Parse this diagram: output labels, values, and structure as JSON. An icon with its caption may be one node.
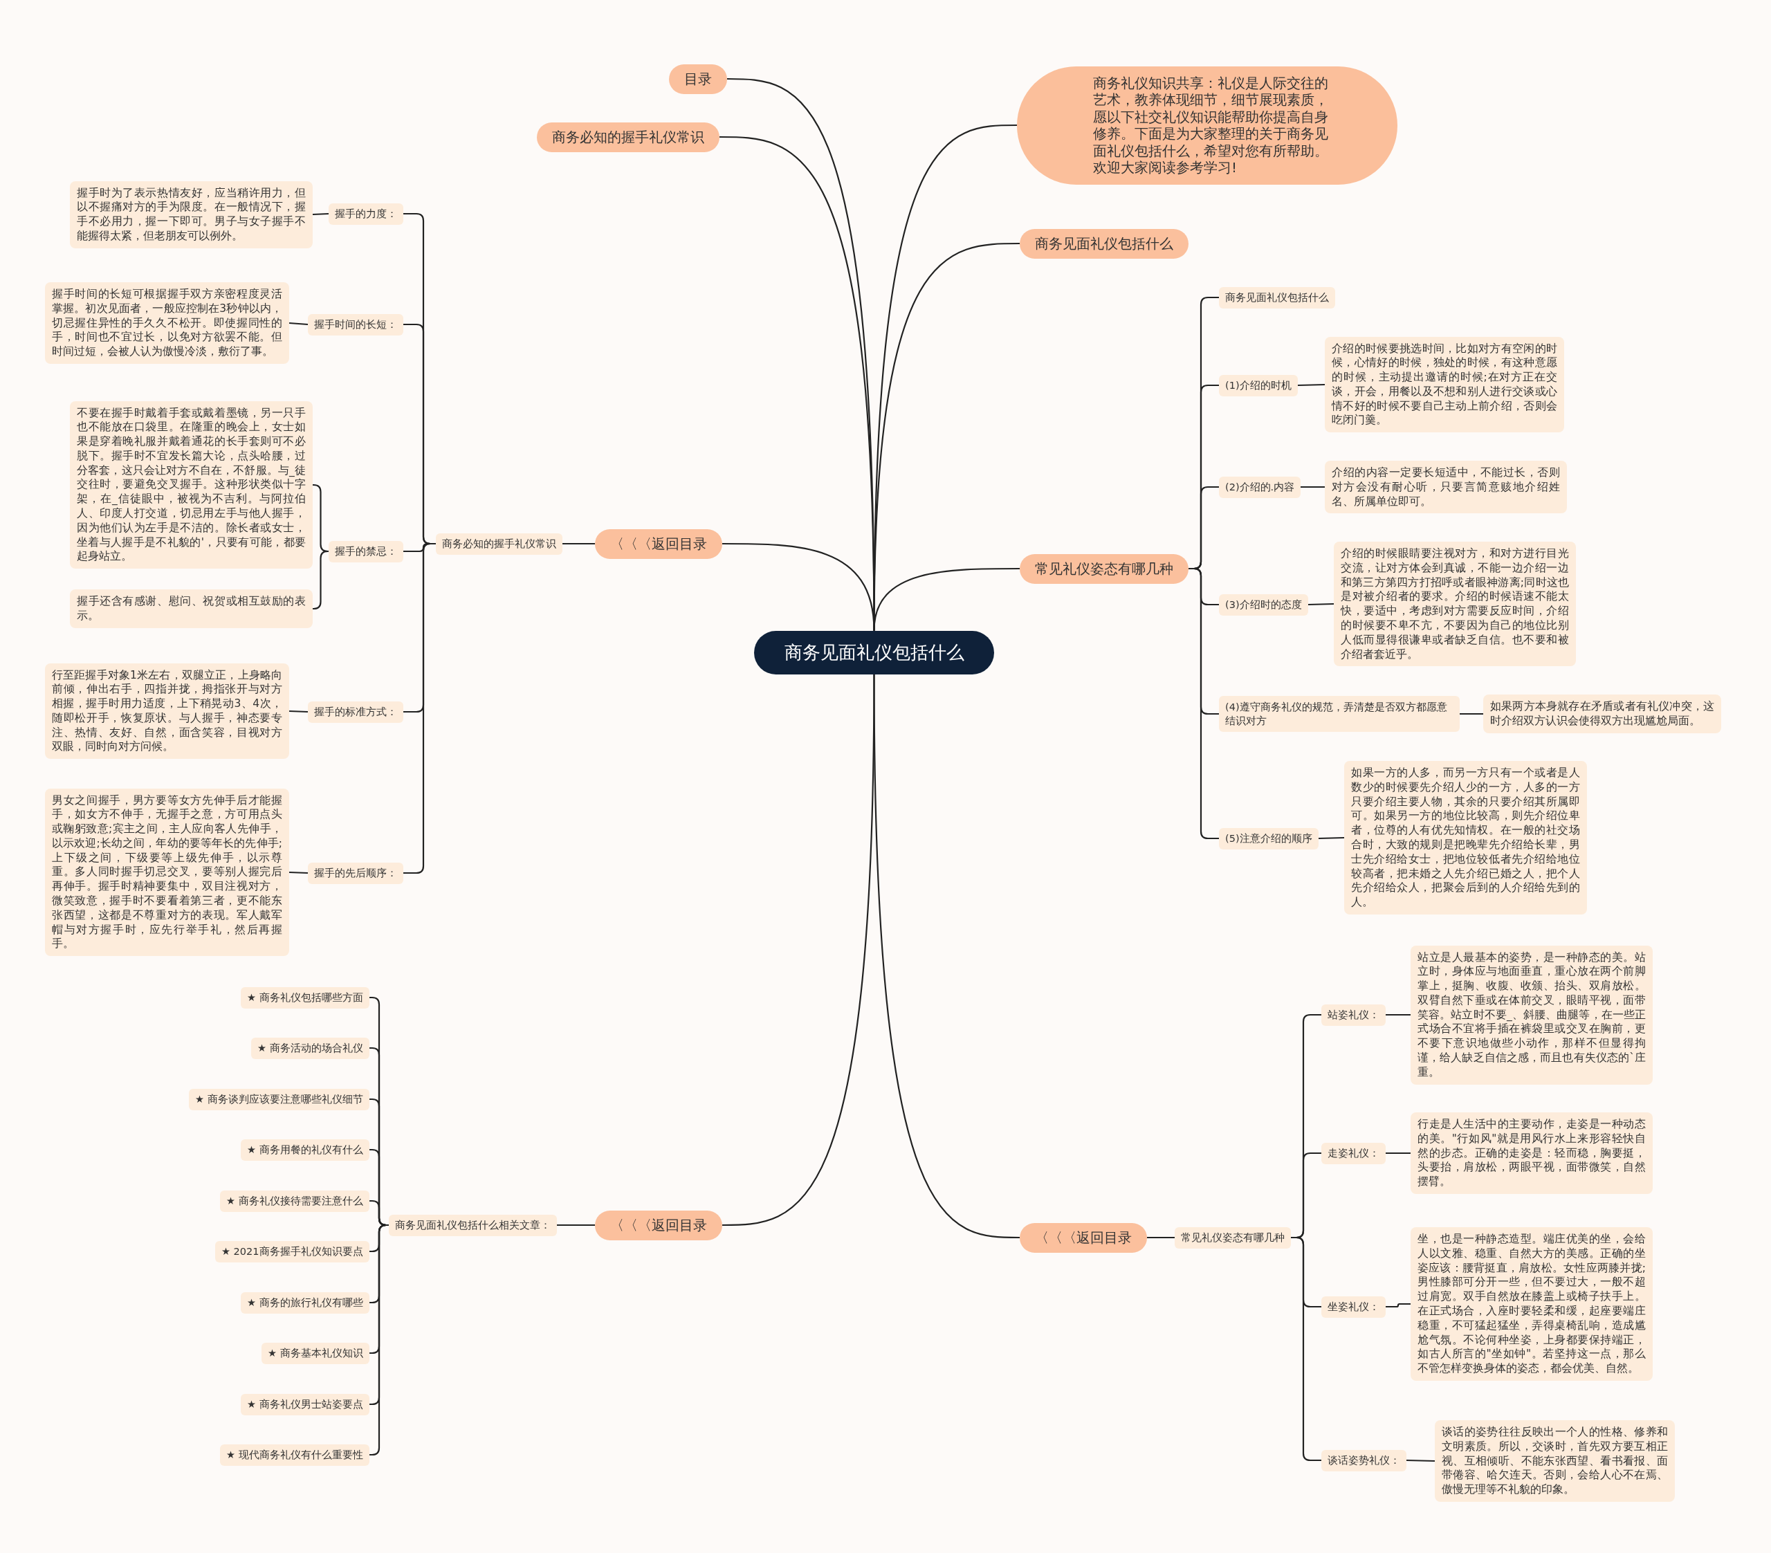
{
  "diagram": {
    "nodes": [
      {
        "text": [
          "商务见面礼仪包括什么"
        ]
      },
      {
        "text": [
          "目录"
        ]
      },
      {
        "text": [
          "商务必知的握手礼仪常识"
        ]
      },
      {
        "text": [
          "商务礼仪知识共享：礼仪是人际交往的艺术，教养体现细节，细节展现素质，愿以下社交礼仪知识能帮助你提高自身修养。下面是为大家整理的关于商务见面礼仪包括什么，希望对您有所帮助。欢迎大家阅读参考学习!"
        ]
      },
      {
        "text": [
          "商务见面礼仪包括什么"
        ]
      },
      {
        "text": [
          "常见礼仪姿态有哪几种"
        ]
      },
      {
        "text": [
          "〈〈〈返回目录"
        ]
      },
      {
        "text": [
          "〈〈〈返回目录"
        ]
      },
      {
        "text": [
          "〈〈〈返回目录"
        ]
      },
      {
        "text": [
          "商务必知的握手礼仪常识"
        ]
      },
      {
        "text": [
          "握手的力度："
        ]
      },
      {
        "text": [
          "握手时为了表示热情友好，应当稍许用力，但以不握痛对方的手为限度。在一般情况下，握手不必用力，握一下即可。男子与女子握手不能握得太紧，但老朋友可以例外。"
        ]
      },
      {
        "text": [
          "握手时间的长短："
        ]
      },
      {
        "text": [
          "握手时间的长短可根据握手双方亲密程度灵活掌握。初次见面者，一般应控制在3秒钟以内，切忌握住异性的手久久不松开。即使握同性的手，时间也不宜过长，以免对方欲罢不能。但时间过短，会被人认为傲慢冷淡，敷衍了事。"
        ]
      },
      {
        "text": [
          "握手的禁忌："
        ]
      },
      {
        "text": [
          "不要在握手时戴着手套或戴着墨镜，另一只手也不能放在口袋里。在隆重的晚会上，女士如果是穿着晚礼服并戴着通花的长手套则可不必脱下。握手时不宜发长篇大论，点头哈腰，过分客套，这只会让对方不自在，不舒服。与_徒交往时，要避免交叉握手。这种形状类似十字架，在_信徒眼中，被视为不吉利。与阿拉伯人、印度人打交道，切忌用左手与他人握手，因为他们认为左手是不洁的。除长者或女士，坐着与人握手是不礼貌的'，只要有可能，都要起身站立。"
        ]
      },
      {
        "text": [
          "握手还含有感谢、慰问、祝贺或相互鼓励的表示。"
        ]
      },
      {
        "text": [
          "握手的标准方式："
        ]
      },
      {
        "text": [
          "行至距握手对象1米左右，双腿立正，上身略向前倾，伸出右手，四指并拢，拇指张开与对方相握，握手时用力适度，上下稍晃动3、4次，随即松开手，恢复原状。与人握手，神态要专注、热情、友好、自然，面含笑容，目视对方双眼，同时向对方问候。"
        ]
      },
      {
        "text": [
          "握手的先后顺序："
        ]
      },
      {
        "text": [
          "男女之间握手，男方要等女方先伸手后才能握手，如女方不伸手，无握手之意，方可用点头或鞠躬致意;宾主之间，主人应向客人先伸手，以示欢迎;长幼之间，年幼的要等年长的先伸手;上下级之间，下级要等上级先伸手，以示尊重。多人同时握手切忌交叉，要等别人握完后再伸手。握手时精神要集中，双目注视对方，微笑致意，握手时不要看着第三者，更不能东张西望，这都是不尊重对方的表现。军人戴军帽与对方握手时，应先行举手礼，然后再握手。"
        ]
      },
      {
        "text": [
          "商务见面礼仪包括什么相关文章："
        ]
      },
      {
        "text": [
          "★ 商务礼仪包括哪些方面"
        ]
      },
      {
        "text": [
          "★ 商务活动的场合礼仪"
        ]
      },
      {
        "text": [
          "★ 商务谈判应该要注意哪些礼仪细节"
        ]
      },
      {
        "text": [
          "★ 商务用餐的礼仪有什么"
        ]
      },
      {
        "text": [
          "★ 商务礼仪接待需要注意什么"
        ]
      },
      {
        "text": [
          "★ 2021商务握手礼仪知识要点"
        ]
      },
      {
        "text": [
          "★ 商务的旅行礼仪有哪些"
        ]
      },
      {
        "text": [
          "★ 商务基本礼仪知识"
        ]
      },
      {
        "text": [
          "★ 商务礼仪男士站姿要点"
        ]
      },
      {
        "text": [
          "★ 现代商务礼仪有什么重要性"
        ]
      },
      {
        "text": [
          "商务见面礼仪包括什么"
        ]
      },
      {
        "text": [
          "(1)介绍的时机"
        ]
      },
      {
        "text": [
          "介绍的时候要挑选时间，比如对方有空闲的时候，心情好的时候，独处的时候，有这种意愿的时候，主动提出邀请的时候;在对方正在交谈，开会，用餐以及不想和别人进行交谈或心情不好的时候不要自己主动上前介绍，否则会吃闭门羹。"
        ]
      },
      {
        "text": [
          "(2)介绍的.内容"
        ]
      },
      {
        "text": [
          "介绍的内容一定要长短适中，不能过长，否则对方会没有耐心听，只要言简意赅地介绍姓名、所属单位即可。"
        ]
      },
      {
        "text": [
          "(3)介绍时的态度"
        ]
      },
      {
        "text": [
          "介绍的时候眼睛要注视对方，和对方进行目光交流，让对方体会到真诚，不能一边介绍一边和第三方第四方打招呼或者眼神游离;同时这也是对被介绍者的要求。介绍的时候语速不能太快，要适中，考虑到对方需要反应时间，介绍的时候要不卑不亢，不要因为自己的地位比别人低而显得很谦卑或者缺乏自信。也不要和被介绍者套近乎。"
        ]
      },
      {
        "text": [
          "(4)遵守商务礼仪的规范，弄清楚是否双方都愿意结识对方"
        ]
      },
      {
        "text": [
          "如果两方本身就存在矛盾或者有礼仪冲突，这时介绍双方认识会使得双方出现尴尬局面。"
        ]
      },
      {
        "text": [
          "(5)注意介绍的顺序"
        ]
      },
      {
        "text": [
          "如果一方的人多，而另一方只有一个或者是人数少的时候要先介绍人少的一方，人多的一方只要介绍主要人物，其余的只要介绍其所属即可。如果另一方的地位比较高，则先介绍位卑者，位尊的人有优先知情权。在一般的社交场合时，大致的规则是把晚辈先介绍给长辈，男士先介绍给女士，把地位较低者先介绍给地位较高者，把未婚之人先介绍已婚之人，把个人先介绍给众人，把聚会后到的人介绍给先到的人。"
        ]
      },
      {
        "text": [
          "常见礼仪姿态有哪几种"
        ]
      },
      {
        "text": [
          "站姿礼仪："
        ]
      },
      {
        "text": [
          "站立是人最基本的姿势，是一种静态的美。站立时，身体应与地面垂直，重心放在两个前脚掌上，挺胸、收腹、收颁、抬头、双肩放松。双臂自然下垂或在体前交叉，眼睛平视，面带笑容。站立时不要_、斜腰、曲腿等，在一些正式场合不宜将手插在裤袋里或交叉在胸前，更不要下意识地做些小动作，那样不但显得拘谨，给人缺乏自信之感，而且也有失仪态的`庄重。"
        ]
      },
      {
        "text": [
          "走姿礼仪："
        ]
      },
      {
        "text": [
          "行走是人生活中的主要动作，走姿是一种动态的美。\"行如风\"就是用风行水上来形容轻快自然的步态。正确的走姿是：轻而稳，胸要挺，头要抬，肩放松，两眼平视，面带微笑，自然摆臂。"
        ]
      },
      {
        "text": [
          "坐姿礼仪："
        ]
      },
      {
        "text": [
          "坐，也是一种静态造型。端庄优美的坐，会给人以文雅、稳重、自然大方的美感。正确的坐姿应该：腰背挺直，肩放松。女性应两膝并拢;男性膝部可分开一些，但不要过大，一般不超过肩宽。双手自然放在膝盖上或椅子扶手上。在正式场合，入座时要轻柔和缓，起座要端庄稳重，不可猛起猛坐，弄得桌椅乱响，造成尴尬气氛。不论何种坐姿，上身都要保持端正，如古人所言的\"坐如钟\"。若坚持这一点，那么不管怎样变换身体的姿态，都会优美、自然。"
        ]
      },
      {
        "text": [
          "谈话姿势礼仪："
        ]
      },
      {
        "text": [
          "谈话的姿势往往反映出一个人的性格、修养和文明素质。所以，交谈时，首先双方要互相正视、互相倾听、不能东张西望、看书看报、面带倦容、哈欠连天。否则，会给人心不在焉、傲慢无理等不礼貌的印象。"
        ]
      }
    ],
    "edges": [
      {
        "from": 0,
        "to": 1,
        "arrow": "none"
      },
      {
        "from": 0,
        "to": 2,
        "arrow": "none"
      },
      {
        "from": 0,
        "to": 3,
        "arrow": "none"
      },
      {
        "from": 0,
        "to": 4,
        "arrow": "none"
      },
      {
        "from": 0,
        "to": 5,
        "arrow": "none"
      },
      {
        "from": 0,
        "to": 6,
        "arrow": "none"
      },
      {
        "from": 0,
        "to": 7,
        "arrow": "none"
      },
      {
        "from": 0,
        "to": 8,
        "arrow": "none"
      },
      {
        "from": 6,
        "to": 9,
        "arrow": "none"
      },
      {
        "from": 9,
        "to": 10,
        "arrow": "none"
      },
      {
        "from": 10,
        "to": 11,
        "arrow": "none"
      },
      {
        "from": 9,
        "to": 12,
        "arrow": "none"
      },
      {
        "from": 12,
        "to": 13,
        "arrow": "none"
      },
      {
        "from": 9,
        "to": 14,
        "arrow": "none"
      },
      {
        "from": 14,
        "to": 15,
        "arrow": "none"
      },
      {
        "from": 14,
        "to": 16,
        "arrow": "none"
      },
      {
        "from": 9,
        "to": 17,
        "arrow": "none"
      },
      {
        "from": 17,
        "to": 18,
        "arrow": "none"
      },
      {
        "from": 9,
        "to": 19,
        "arrow": "none"
      },
      {
        "from": 19,
        "to": 20,
        "arrow": "none"
      },
      {
        "from": 7,
        "to": 21,
        "arrow": "none"
      },
      {
        "from": 21,
        "to": 22,
        "arrow": "none"
      },
      {
        "from": 21,
        "to": 23,
        "arrow": "none"
      },
      {
        "from": 21,
        "to": 24,
        "arrow": "none"
      },
      {
        "from": 21,
        "to": 25,
        "arrow": "none"
      },
      {
        "from": 21,
        "to": 26,
        "arrow": "none"
      },
      {
        "from": 21,
        "to": 27,
        "arrow": "none"
      },
      {
        "from": 21,
        "to": 28,
        "arrow": "none"
      },
      {
        "from": 21,
        "to": 29,
        "arrow": "none"
      },
      {
        "from": 21,
        "to": 30,
        "arrow": "none"
      },
      {
        "from": 21,
        "to": 31,
        "arrow": "none"
      },
      {
        "from": 5,
        "to": 32,
        "arrow": "none"
      },
      {
        "from": 5,
        "to": 33,
        "arrow": "none"
      },
      {
        "from": 33,
        "to": 34,
        "arrow": "none"
      },
      {
        "from": 5,
        "to": 35,
        "arrow": "none"
      },
      {
        "from": 35,
        "to": 36,
        "arrow": "none"
      },
      {
        "from": 5,
        "to": 37,
        "arrow": "none"
      },
      {
        "from": 37,
        "to": 38,
        "arrow": "none"
      },
      {
        "from": 5,
        "to": 39,
        "arrow": "none"
      },
      {
        "from": 39,
        "to": 40,
        "arrow": "none"
      },
      {
        "from": 5,
        "to": 41,
        "arrow": "none"
      },
      {
        "from": 41,
        "to": 42,
        "arrow": "none"
      },
      {
        "from": 8,
        "to": 43,
        "arrow": "none"
      },
      {
        "from": 43,
        "to": 44,
        "arrow": "none"
      },
      {
        "from": 44,
        "to": 45,
        "arrow": "none"
      },
      {
        "from": 43,
        "to": 46,
        "arrow": "none"
      },
      {
        "from": 46,
        "to": 47,
        "arrow": "none"
      },
      {
        "from": 43,
        "to": 48,
        "arrow": "none"
      },
      {
        "from": 48,
        "to": 49,
        "arrow": "none"
      },
      {
        "from": 43,
        "to": 50,
        "arrow": "none"
      },
      {
        "from": 50,
        "to": 51,
        "arrow": "none"
      }
    ]
  }
}
